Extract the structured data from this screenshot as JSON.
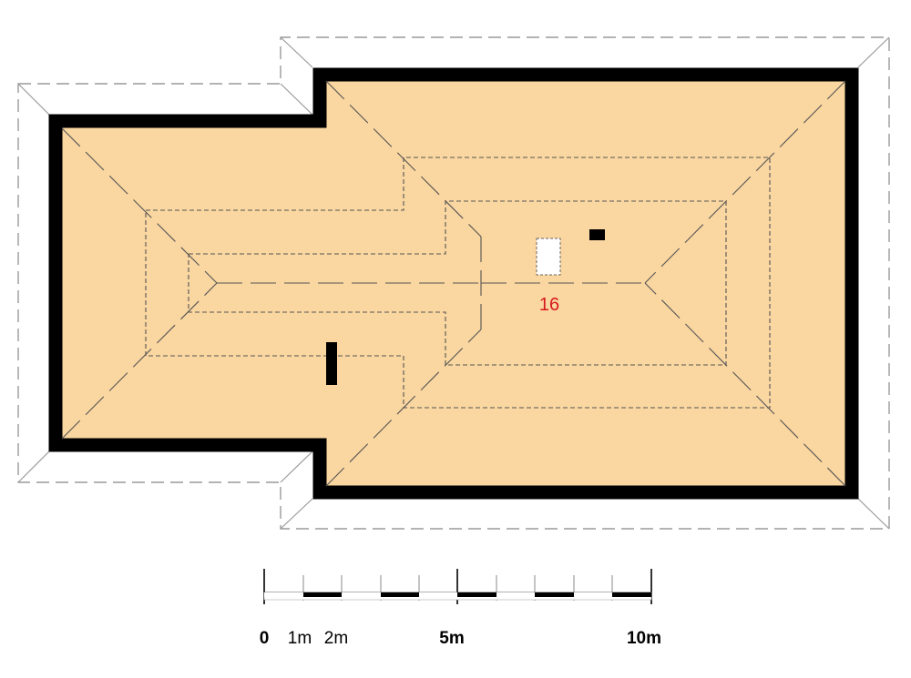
{
  "room_label": "16",
  "scale_bar": {
    "labels": [
      "0",
      "1m",
      "2m",
      "5m",
      "10m"
    ]
  },
  "colors": {
    "floor_fill": "#fad6a0",
    "wall": "#000000",
    "room_label": "#d7191f",
    "dashed_lines": "#555555",
    "eaves_outline": "#9a9a9a"
  }
}
